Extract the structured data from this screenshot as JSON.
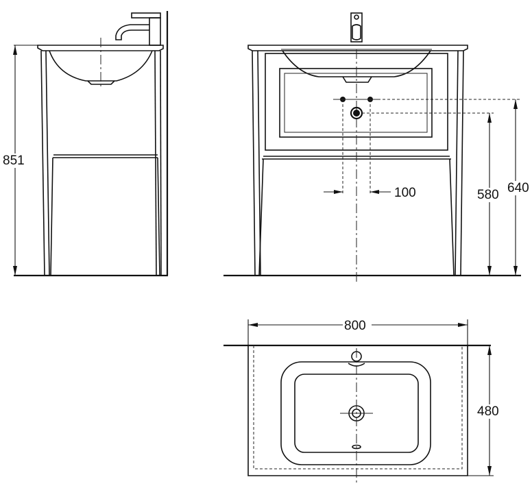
{
  "dimensions": {
    "overall_height": "851",
    "hole_spacing": "100",
    "waste_height": "580",
    "supply_height": "640",
    "width": "800",
    "depth": "480"
  }
}
